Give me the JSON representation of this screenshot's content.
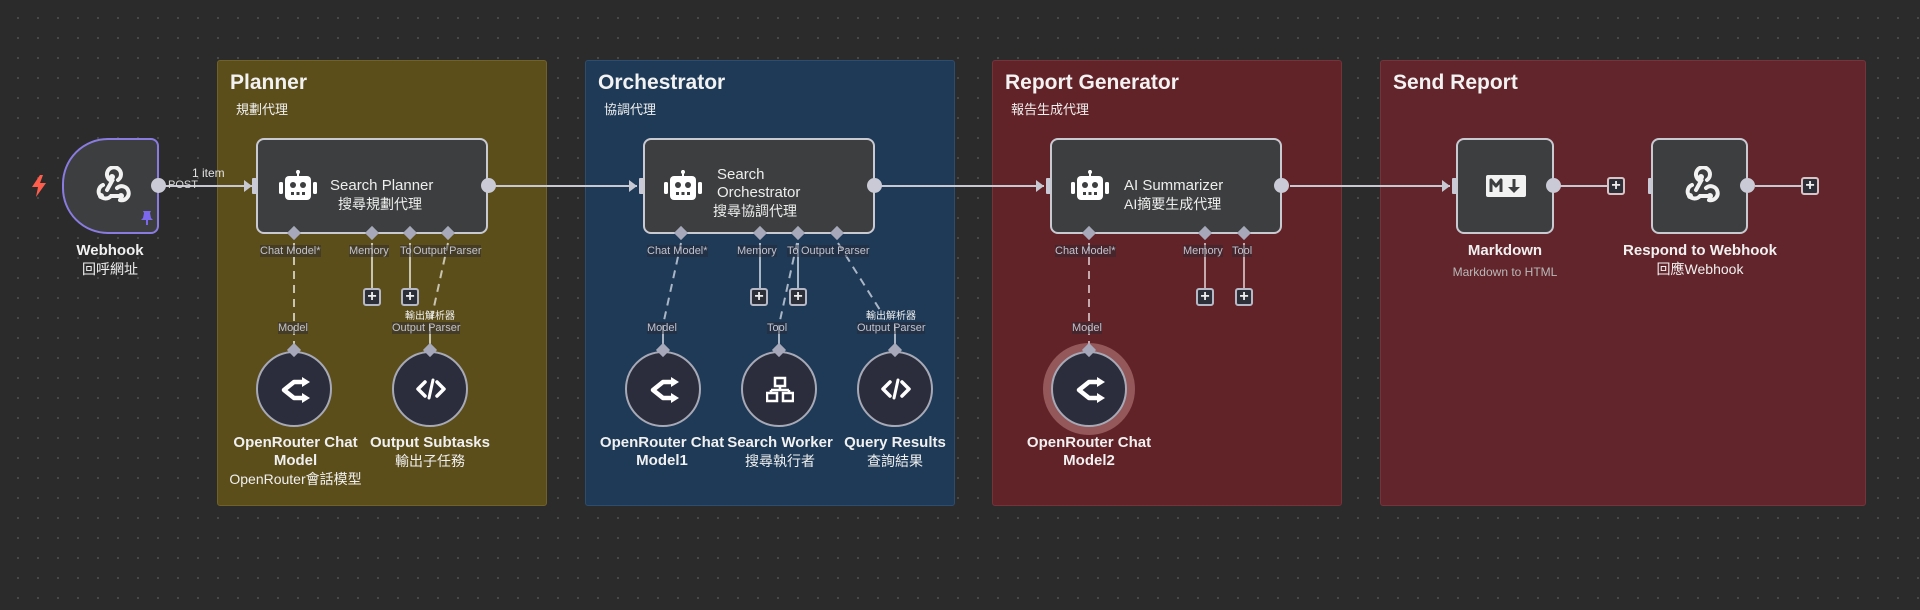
{
  "canvas": {
    "trigger_icon": "lightning-bolt-icon"
  },
  "webhook": {
    "title": "Webhook",
    "subtitle": "回呼網址",
    "icon": "webhook-icon",
    "pin_icon": "pin-icon",
    "output_label": "POST",
    "items_label": "1 item"
  },
  "groups": {
    "planner": {
      "title": "Planner",
      "subtitle": "規劃代理",
      "color": "#5c4e1b",
      "agent": {
        "title": "Search Planner",
        "subtitle": "搜尋規劃代理",
        "icon": "robot-icon",
        "ports": [
          "Chat Model*",
          "Memory",
          "To",
          "Output Parser"
        ]
      },
      "port_hint": {
        "line1": "輸出解析器",
        "line2": "Output Parser"
      },
      "model_label": "Model",
      "subnodes": [
        {
          "title": "OpenRouter Chat Model",
          "subtitle": "OpenRouter會話模型",
          "icon": "openrouter-icon"
        },
        {
          "title": "Output Subtasks",
          "subtitle": "輸出子任務",
          "icon": "code-icon"
        }
      ]
    },
    "orchestrator": {
      "title": "Orchestrator",
      "subtitle": "協調代理",
      "color": "#1e3a57",
      "agent": {
        "title": "Search Orchestrator",
        "subtitle": "搜尋協調代理",
        "icon": "robot-icon",
        "ports": [
          "Chat Model*",
          "Memory",
          "To",
          "Output Parser"
        ]
      },
      "model_label": "Model",
      "tool_label": "Tool",
      "port_hint": {
        "line1": "輸出解析器",
        "line2": "Output Parser"
      },
      "subnodes": [
        {
          "title": "OpenRouter Chat Model1",
          "subtitle": "",
          "icon": "openrouter-icon"
        },
        {
          "title": "Search Worker",
          "subtitle": "搜尋執行者",
          "icon": "sitemap-icon"
        },
        {
          "title": "Query Results",
          "subtitle": "查詢結果",
          "icon": "code-icon"
        }
      ]
    },
    "report": {
      "title": "Report Generator",
      "subtitle": "報告生成代理",
      "color": "#622328",
      "agent": {
        "title": "AI Summarizer",
        "subtitle": "AI摘要生成代理",
        "icon": "robot-icon",
        "ports": [
          "Chat Model*",
          "Memory",
          "Tool"
        ]
      },
      "model_label": "Model",
      "subnodes": [
        {
          "title": "OpenRouter Chat Model2",
          "subtitle": "",
          "icon": "openrouter-icon"
        }
      ]
    },
    "send": {
      "title": "Send Report",
      "subtitle": "",
      "color": "#62252b",
      "nodes": [
        {
          "title": "Markdown",
          "subtitle": "Markdown to HTML",
          "icon": "markdown-icon"
        },
        {
          "title": "Respond to Webhook",
          "subtitle": "回應Webhook",
          "icon": "webhook-icon"
        }
      ]
    }
  }
}
